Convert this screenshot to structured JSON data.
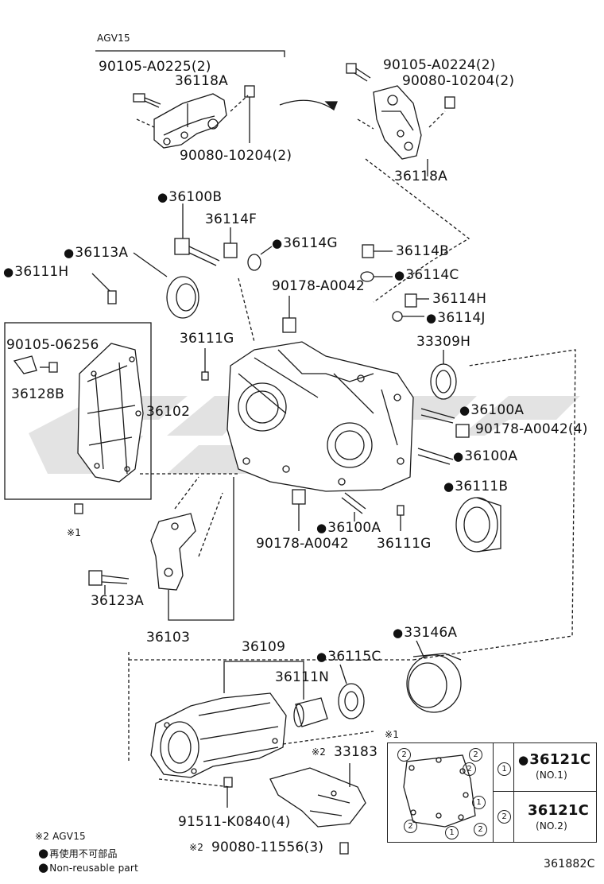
{
  "labels": {
    "agv15_top": "AGV15",
    "bolt_left_qty": "90105-A0225(2)",
    "bracket_left": "36118A",
    "nut_left_qty": "90080-10204(2)",
    "bolt_right_qty": "90105-A0224(2)",
    "nut_right_qty": "90080-10204(2)",
    "bracket_right": "36118A",
    "p36100B": "36100B",
    "p36114F": "36114F",
    "p36114G": "36114G",
    "p36113A": "36113A",
    "p36111H": "36111H",
    "p36114B": "36114B",
    "p36114C": "36114C",
    "p90178_top": "90178-A0042",
    "p36114H": "36114H",
    "p36114J": "36114J",
    "p90105_06256": "90105-06256",
    "p36128B": "36128B",
    "p36111G_top": "36111G",
    "p33309H": "33309H",
    "p36102": "36102",
    "p36100A_1": "36100A",
    "p90178_qty4": "90178-A0042(4)",
    "p36100A_2": "36100A",
    "p36111B": "36111B",
    "note1_marker": "※1",
    "p36100A_3": "36100A",
    "p90178_bottom": "90178-A0042",
    "p36111G_bottom": "36111G",
    "p36123A": "36123A",
    "p36103": "36103",
    "p33146A": "33146A",
    "p36109": "36109",
    "p36115C": "36115C",
    "p36111N": "36111N",
    "note2_33183": "※2",
    "p33183": "33183",
    "p91511": "91511-K0840(4)",
    "note2_90080": "※2",
    "p90080_11556": "90080-11556(3)",
    "inset_marker": "※1",
    "figure_code": "361882C"
  },
  "legend_notes": {
    "note2": "※2 AGV15",
    "nonreuse_jp": "再使用不可部品",
    "nonreuse_en": "Non-reusable part"
  },
  "inset_table": {
    "row1_circle": "1",
    "row1_part": "36121C",
    "row1_sub": "(NO.1)",
    "row2_circle": "2",
    "row2_part": "36121C",
    "row2_sub": "(NO.2)"
  },
  "colors": {
    "line": "#1a1a1a",
    "watermark": "#d4d4d4"
  }
}
